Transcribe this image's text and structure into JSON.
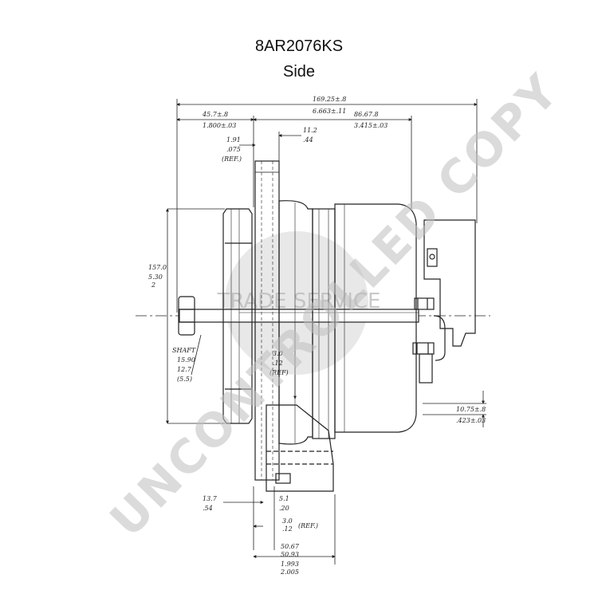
{
  "header": {
    "part_number": "8AR2076KS",
    "view": "Side"
  },
  "watermark": {
    "text": "UNCONTROLLED COPY",
    "logo_text": "TRADE SERVICE",
    "color": "#bdbdbd"
  },
  "dimensions": {
    "overall_mm": "169.25±.8",
    "overall_in": "6.663±.11",
    "left_mm": "45.7±.8",
    "left_in": "1.800±.03",
    "right_mm": "86.67.8",
    "right_in": "3.415±.03",
    "top_mm": "1.91",
    "top_in": ".075",
    "top_ref": "(REF.)",
    "gap_mm": "11.2",
    "gap_in": ".44",
    "height_mm": "157.0",
    "height_in": "5.30",
    "height_ref": "2",
    "shaft_label": "SHAFT",
    "shaft_a": "15.90",
    "shaft_b": "12.7",
    "shaft_c": "(5.5)",
    "mid_mm": "3.0",
    "mid_in": ".12",
    "mid_ref": "(REF)",
    "side_mm": "10.75±.8",
    "side_in": ".423±.03",
    "low_left_mm": "13.7",
    "low_left_in": ".54",
    "low_mid_mm": "5.1",
    "low_mid_in": ".20",
    "ref_mm": "3.0",
    "ref_in": ".12",
    "ref_note": "(REF.)",
    "bottom_mm_a": "50.67",
    "bottom_mm_b": "50.93",
    "bottom_in_a": "1.993",
    "bottom_in_b": "2.005"
  }
}
